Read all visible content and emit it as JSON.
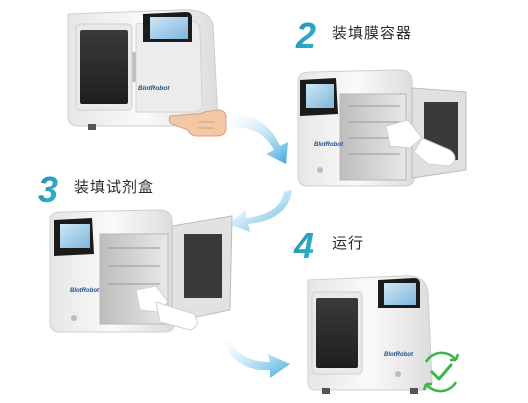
{
  "brand_text": "BlotRobot",
  "steps": [
    {
      "number": "2",
      "label": "装填膜容器"
    },
    {
      "number": "3",
      "label": "装填试剂盒"
    },
    {
      "number": "4",
      "label": "运行"
    }
  ],
  "colors": {
    "number_gradient_start": "#2f7fb8",
    "number_gradient_end": "#29c3c7",
    "arrow": "#3aa7dc",
    "check": "#3cb54a",
    "screen": "#9cc9e6",
    "body": "#f4f4f4",
    "window": "#2c2c2c"
  },
  "icons": [
    "arrow-curved-icon",
    "checkmark-cycle-icon",
    "hand-pointer-icon"
  ]
}
